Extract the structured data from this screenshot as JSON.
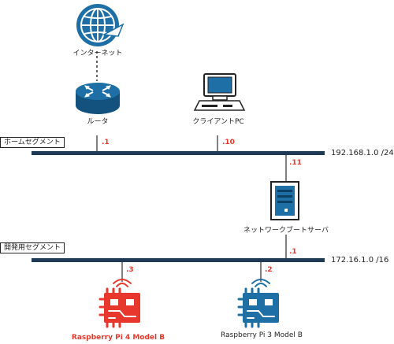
{
  "nodes": {
    "internet": {
      "label": "インターネット"
    },
    "router": {
      "label": "ルータ"
    },
    "client_pc": {
      "label": "クライアントPC"
    },
    "boot_server": {
      "label": "ネットワークブートサーバ"
    },
    "rpi4": {
      "label": "Raspberry Pi 4 Model B"
    },
    "rpi3": {
      "label": "Raspberry Pi 3 Model B"
    }
  },
  "segments": {
    "home": {
      "label": "ホームセグメント",
      "network": "192.168.1.0 /24"
    },
    "dev": {
      "label": "開発用セグメント",
      "network": "172.16.1.0 /16"
    }
  },
  "addresses": {
    "router_home": ".1",
    "client_home": ".10",
    "server_home": ".11",
    "server_dev": ".1",
    "rpi4_dev": ".3",
    "rpi3_dev": ".2"
  },
  "colors": {
    "bus": "#1f3a55",
    "icon_blue": "#1d6fa5",
    "accent_red": "#e8372c"
  }
}
